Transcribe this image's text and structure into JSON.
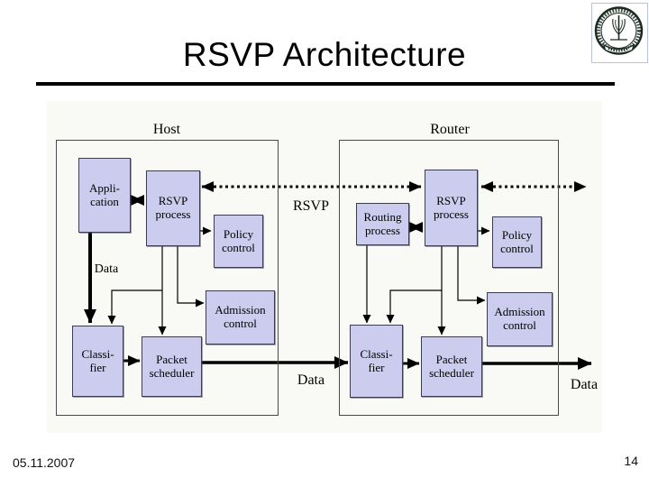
{
  "slide": {
    "title": "RSVP Architecture",
    "footer_date": "05.11.2007",
    "page_number": "14"
  },
  "diagram": {
    "host": {
      "label": "Host",
      "data_label": "Data",
      "nodes": {
        "application": "Appli-\ncation",
        "rsvp_process": "RSVP\nprocess",
        "policy_control": "Policy\ncontrol",
        "admission_control": "Admission\ncontrol",
        "classifier": "Classi-\nfier",
        "packet_scheduler": "Packet\nscheduler"
      }
    },
    "router": {
      "label": "Router",
      "nodes": {
        "routing_process": "Routing\nprocess",
        "rsvp_process": "RSVP\nprocess",
        "policy_control": "Policy\ncontrol",
        "admission_control": "Admission\ncontrol",
        "classifier": "Classi-\nfier",
        "packet_scheduler": "Packet\nscheduler"
      }
    },
    "labels": {
      "rsvp_flow": "RSVP",
      "data_middle": "Data",
      "data_right": "Data"
    },
    "colors": {
      "node_fill": "#ccccee",
      "node_border": "#3c3c55",
      "arrow": "#000000",
      "panel_bg": "#f9f9f5"
    }
  }
}
